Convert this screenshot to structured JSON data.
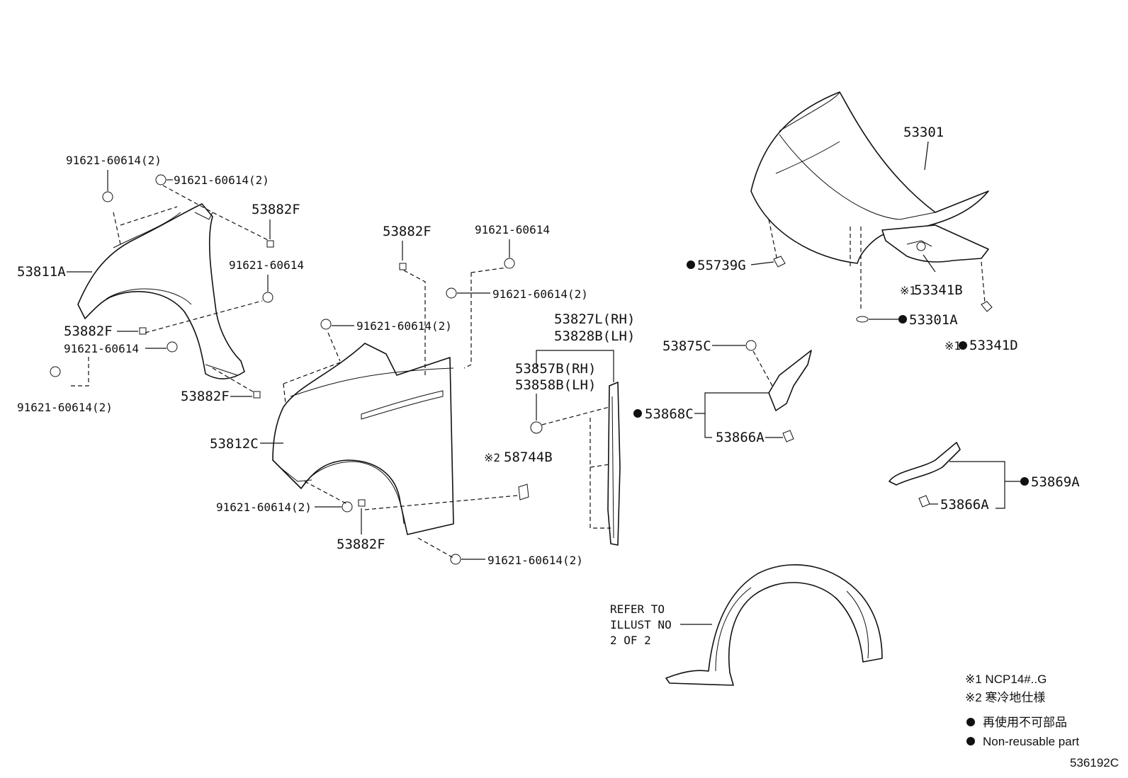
{
  "labels": {
    "hood": "53301",
    "hood_seal": "53341B",
    "hood_seal_mark": "※1",
    "hood_plug": "53301A",
    "hood_clip": "53341D",
    "hood_clip_mark": "※1",
    "hood_bumper": "55739G",
    "fender_rear_panel": "53811A",
    "fender_front_panel": "53812C",
    "nut_53882F_a": "53882F",
    "nut_53882F_b": "53882F",
    "nut_53882F_c": "53882F",
    "nut_53882F_d": "53882F",
    "nut_53882F_e": "53882F",
    "bolt_a": "91621-60614(2)",
    "bolt_b": "91621-60614(2)",
    "bolt_c": "91621-60614",
    "bolt_d": "91621-60614",
    "bolt_e": "91621-60614(2)",
    "bolt_f": "91621-60614",
    "bolt_g": "91621-60614(2)",
    "bolt_h": "91621-60614(2)",
    "bolt_i": "91621-60614(2)",
    "bolt_j": "91621-60614(2)",
    "seal_rh": "53827L(RH)",
    "seal_lh": "53828B(LH)",
    "protector_rh": "53857B(RH)",
    "protector_lh": "53858B(LH)",
    "mudguard": "58744B",
    "mudguard_mark": "※2",
    "fender_clip": "53875C",
    "fender_bracket_868": "53868C",
    "clip_866_a": "53866A",
    "fender_bracket_869": "53869A",
    "clip_866_b": "53866A",
    "refer_line1": "REFER TO",
    "refer_line2": "ILLUST NO",
    "refer_line3": "2 OF 2"
  },
  "legend": {
    "note1": "※1 NCP14#..G",
    "note2": "※2 寒冷地仕様",
    "note3": "再使用不可部品",
    "note4": "Non-reusable part"
  },
  "illustration_code": "536192C"
}
